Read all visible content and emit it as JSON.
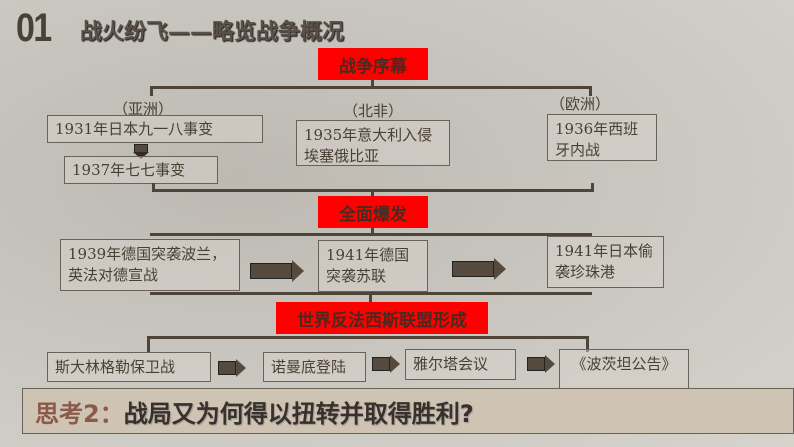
{
  "header": {
    "number": "01",
    "title": "战火纷飞——略览战争概况"
  },
  "stages": [
    {
      "label": "战争序幕"
    },
    {
      "label": "全面爆发"
    },
    {
      "label": "世界反法西斯联盟形成"
    }
  ],
  "prelude": {
    "asia": {
      "region": "（亚洲）",
      "events": [
        "1931年日本九一八事变",
        "1937年七七事变"
      ]
    },
    "north_africa": {
      "region": "（北非）",
      "events": [
        "1935年意大利入侵埃塞俄比亚"
      ]
    },
    "europe": {
      "region": "（欧洲）",
      "events": [
        "1936年西班牙内战"
      ]
    }
  },
  "outbreak": {
    "events": [
      "1939年德国突袭波兰，英法对德宣战",
      "1941年德国突袭苏联",
      "1941年日本偷袭珍珠港"
    ]
  },
  "alliance": {
    "events": [
      "斯大林格勒保卫战",
      "诺曼底登陆",
      "雅尔塔会议",
      "《波茨坦公告》"
    ]
  },
  "question": {
    "prefix": "思考2：",
    "text": "战局又为何得以扭转并取得胜利?"
  },
  "colors": {
    "stage": "#ff0000",
    "prefix": "#8a5a4a",
    "text": "#3a302a"
  }
}
